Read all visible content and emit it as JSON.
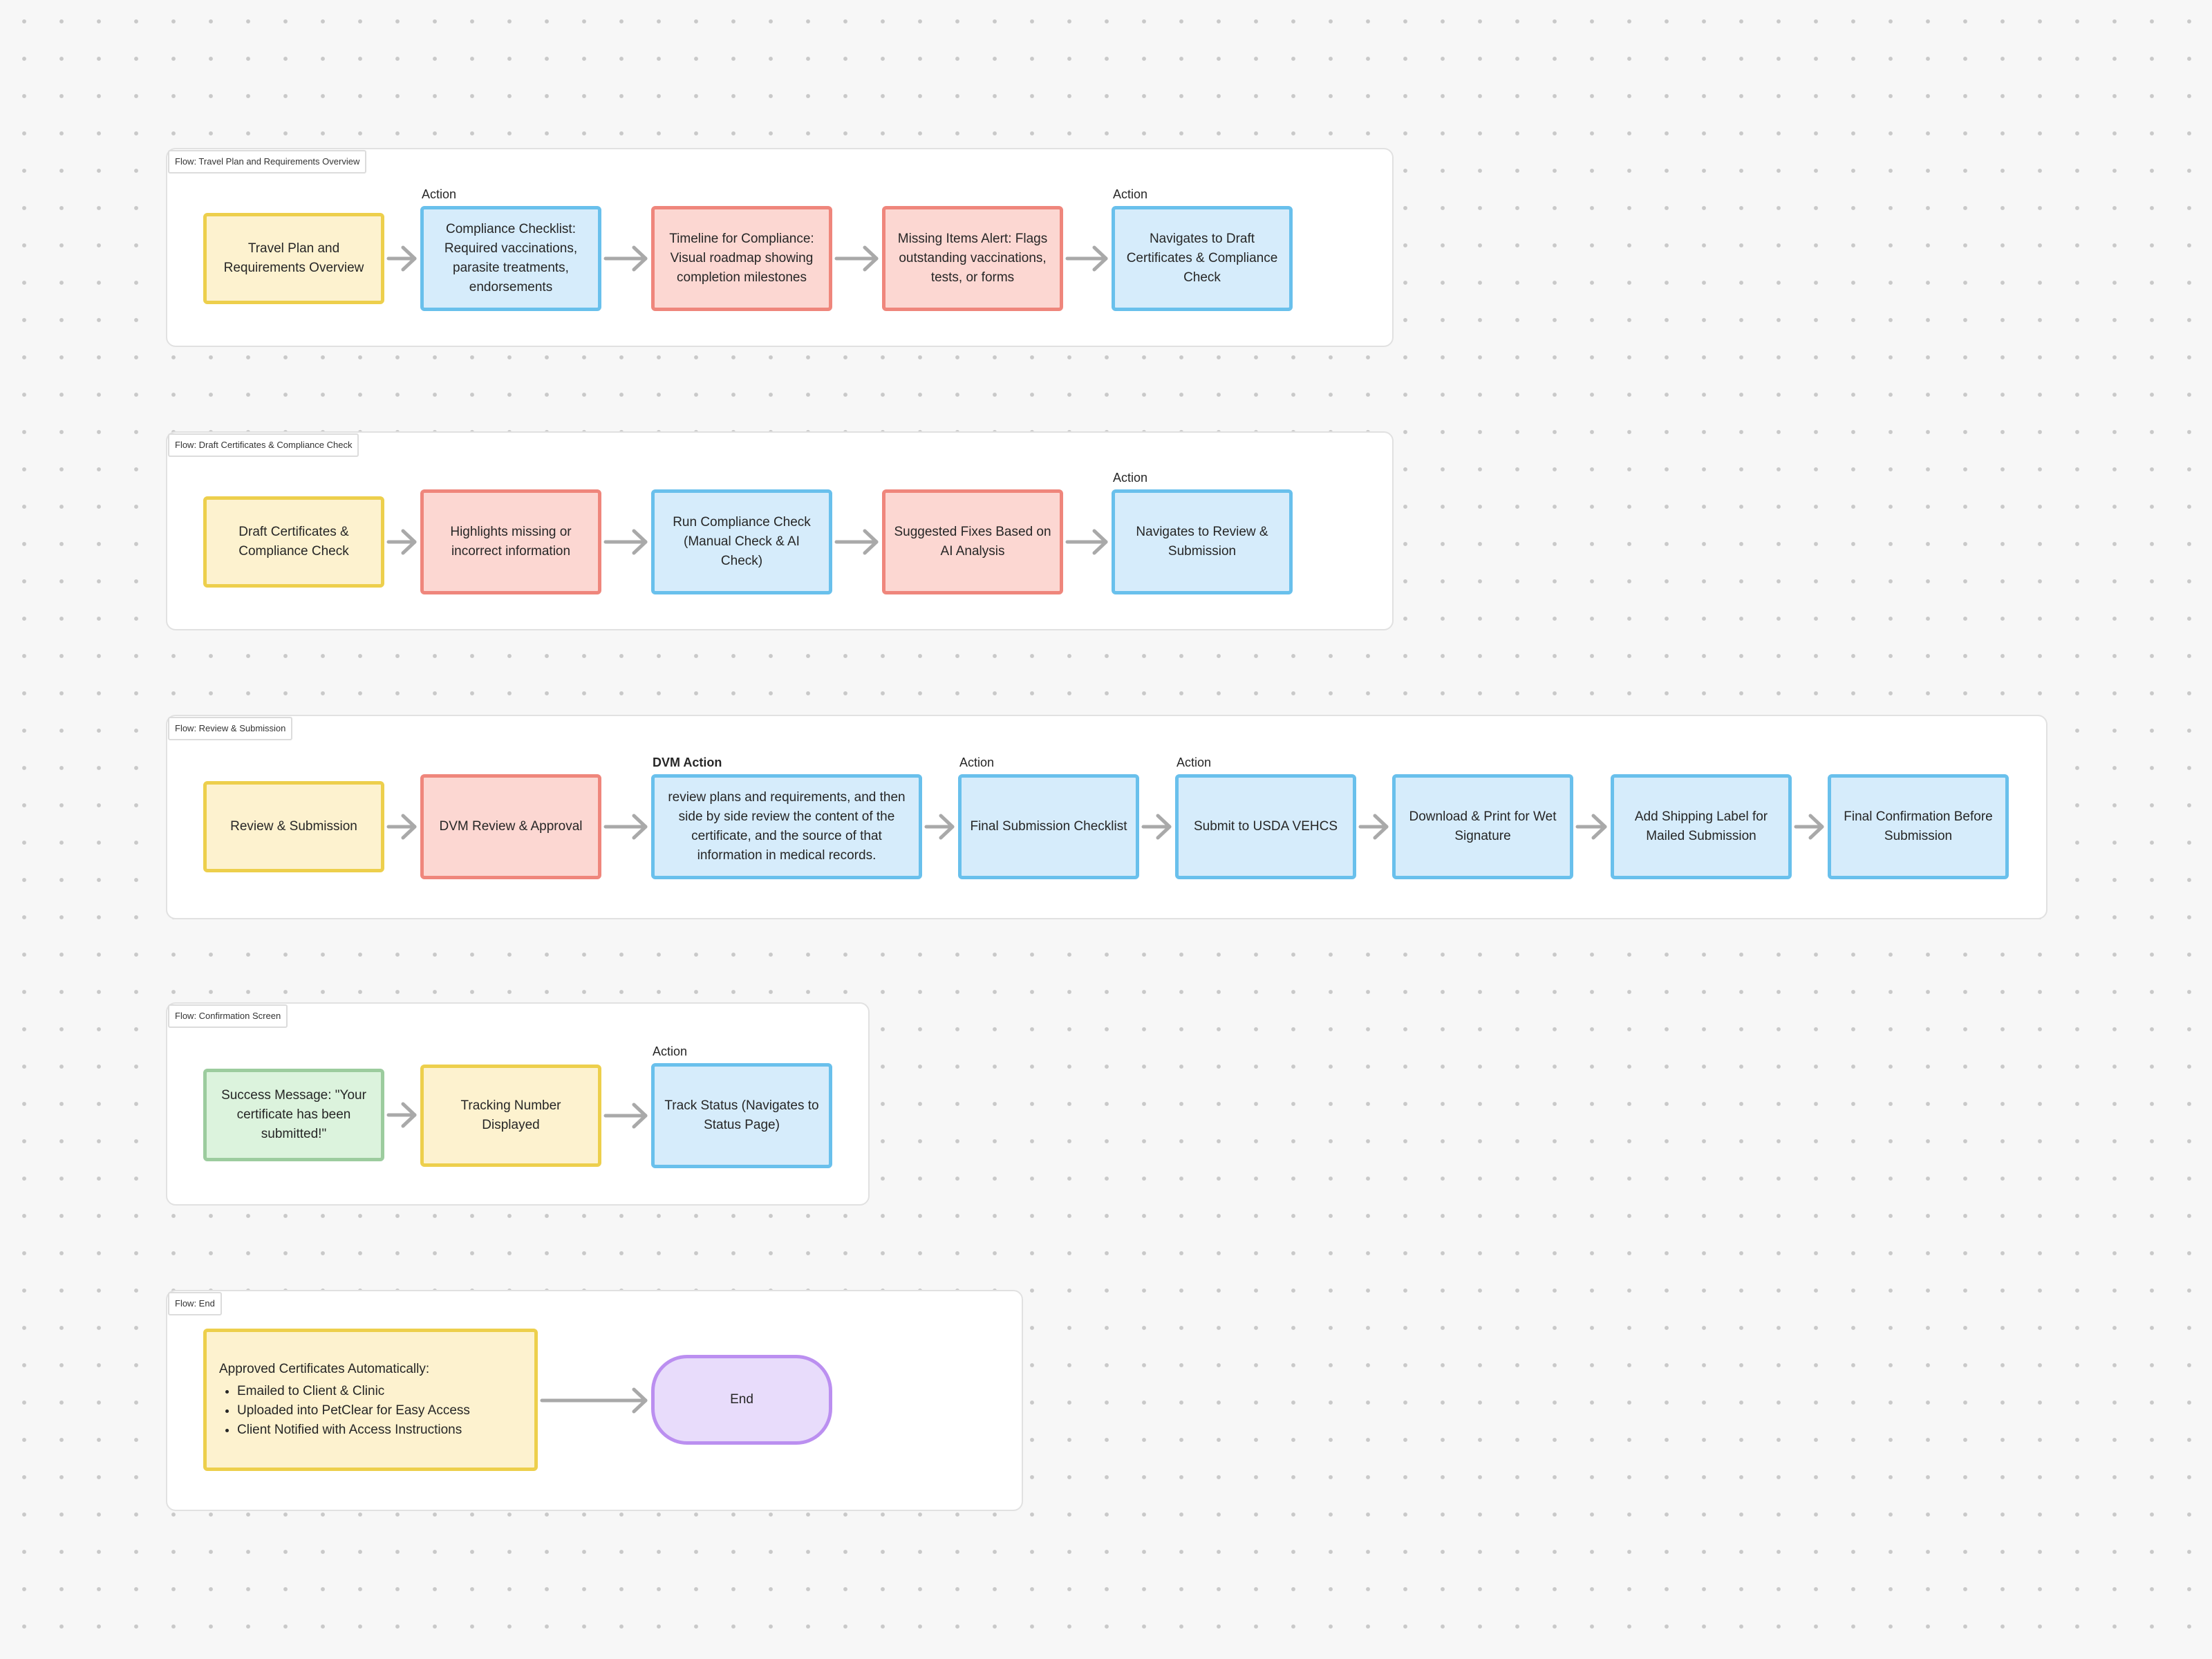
{
  "flows": [
    {
      "id": "f1",
      "label": "Flow: Travel Plan and Requirements Overview",
      "nodes": [
        {
          "id": "f1n1",
          "text": "Travel Plan and Requirements Overview",
          "color": "yellow"
        },
        {
          "id": "f1n2",
          "text": "Compliance Checklist: Required vaccinations, parasite treatments, endorsements",
          "color": "blue",
          "note": "Action"
        },
        {
          "id": "f1n3",
          "text": "Timeline for Compliance: Visual roadmap showing completion milestones",
          "color": "red"
        },
        {
          "id": "f1n4",
          "text": "Missing Items Alert: Flags outstanding vaccinations, tests, or forms",
          "color": "red"
        },
        {
          "id": "f1n5",
          "text": "Navigates to Draft Certificates & Compliance Check",
          "color": "blue",
          "note": "Action"
        }
      ]
    },
    {
      "id": "f2",
      "label": "Flow: Draft Certificates & Compliance Check",
      "nodes": [
        {
          "id": "f2n1",
          "text": "Draft Certificates & Compliance Check",
          "color": "yellow"
        },
        {
          "id": "f2n2",
          "text": "Highlights missing or incorrect information",
          "color": "red"
        },
        {
          "id": "f2n3",
          "text": "Run Compliance Check (Manual Check & AI Check)",
          "color": "blue"
        },
        {
          "id": "f2n4",
          "text": "Suggested Fixes Based on AI Analysis",
          "color": "red"
        },
        {
          "id": "f2n5",
          "text": "Navigates to Review & Submission",
          "color": "blue",
          "note": "Action"
        }
      ]
    },
    {
      "id": "f3",
      "label": "Flow: Review & Submission",
      "nodes": [
        {
          "id": "f3n1",
          "text": "Review & Submission",
          "color": "yellow"
        },
        {
          "id": "f3n2",
          "text": "DVM Review & Approval",
          "color": "red"
        },
        {
          "id": "f3n3",
          "text": "review plans and requirements, and then side by side review the content of the certificate, and the source of that information in medical records.",
          "color": "blue",
          "note": "DVM Action",
          "note_bold": true
        },
        {
          "id": "f3n4",
          "text": "Final Submission Checklist",
          "color": "blue",
          "note": "Action"
        },
        {
          "id": "f3n5",
          "text": "Submit to USDA VEHCS",
          "color": "blue",
          "note": "Action"
        },
        {
          "id": "f3n6",
          "text": "Download & Print for Wet Signature",
          "color": "blue"
        },
        {
          "id": "f3n7",
          "text": "Add Shipping Label for Mailed Submission",
          "color": "blue"
        },
        {
          "id": "f3n8",
          "text": "Final Confirmation Before Submission",
          "color": "blue"
        }
      ]
    },
    {
      "id": "f4",
      "label": "Flow: Confirmation Screen",
      "nodes": [
        {
          "id": "f4n1",
          "text": "Success Message: \"Your certificate has been submitted!\"",
          "color": "green"
        },
        {
          "id": "f4n2",
          "text": "Tracking Number Displayed",
          "color": "yellow"
        },
        {
          "id": "f4n3",
          "text": "Track Status (Navigates to Status Page)",
          "color": "blue",
          "note": "Action"
        }
      ]
    },
    {
      "id": "f5",
      "label": "Flow: End",
      "nodes": [
        {
          "id": "f5n1",
          "title": "Approved Certificates Automatically:",
          "items": [
            "Emailed to Client & Clinic",
            "Uploaded into PetClear for Easy Access",
            "Client Notified with Access Instructions"
          ],
          "color": "yellow"
        },
        {
          "id": "f5n2",
          "text": "End",
          "color": "purple"
        }
      ]
    }
  ],
  "colors": {
    "yellow": "#fdf2cf",
    "blue": "#d6ecfb",
    "red": "#fcd7d2",
    "green": "#dcf3dd",
    "purple": "#e8dcfb",
    "arrow": "#a9a9a9"
  }
}
